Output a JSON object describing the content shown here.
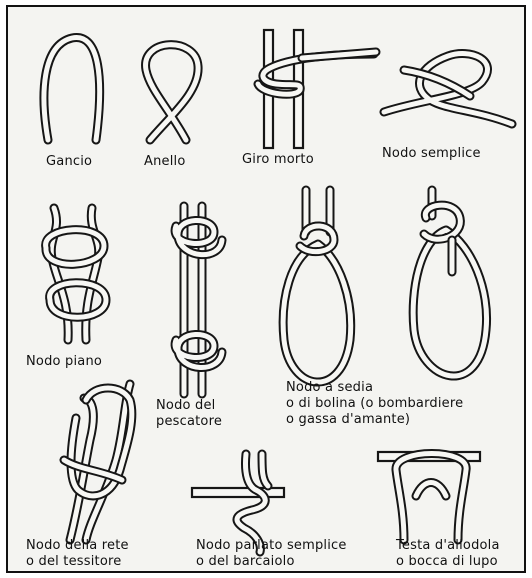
{
  "figure": {
    "knots": [
      {
        "id": "gancio",
        "label": "Gancio"
      },
      {
        "id": "anello",
        "label": "Anello"
      },
      {
        "id": "giro-morto",
        "label": "Giro morto"
      },
      {
        "id": "nodo-semplice",
        "label": "Nodo semplice"
      },
      {
        "id": "nodo-piano",
        "label": "Nodo piano"
      },
      {
        "id": "nodo-pescatore",
        "line1": "Nodo del",
        "line2": "pescatore"
      },
      {
        "id": "nodo-sedia",
        "line1": "Nodo a sedia",
        "line2": "o di bolina (o bombardiere",
        "line3": "o gassa d'amante)"
      },
      {
        "id": "nodo-rete",
        "line1": "Nodo della rete",
        "line2": "o del tessitore"
      },
      {
        "id": "nodo-parlato",
        "line1": "Nodo parlato semplice",
        "line2": "o del barcaiolo"
      },
      {
        "id": "testa-allodola",
        "line1": "Testa d'allodola",
        "line2": "o bocca di lupo"
      }
    ]
  }
}
